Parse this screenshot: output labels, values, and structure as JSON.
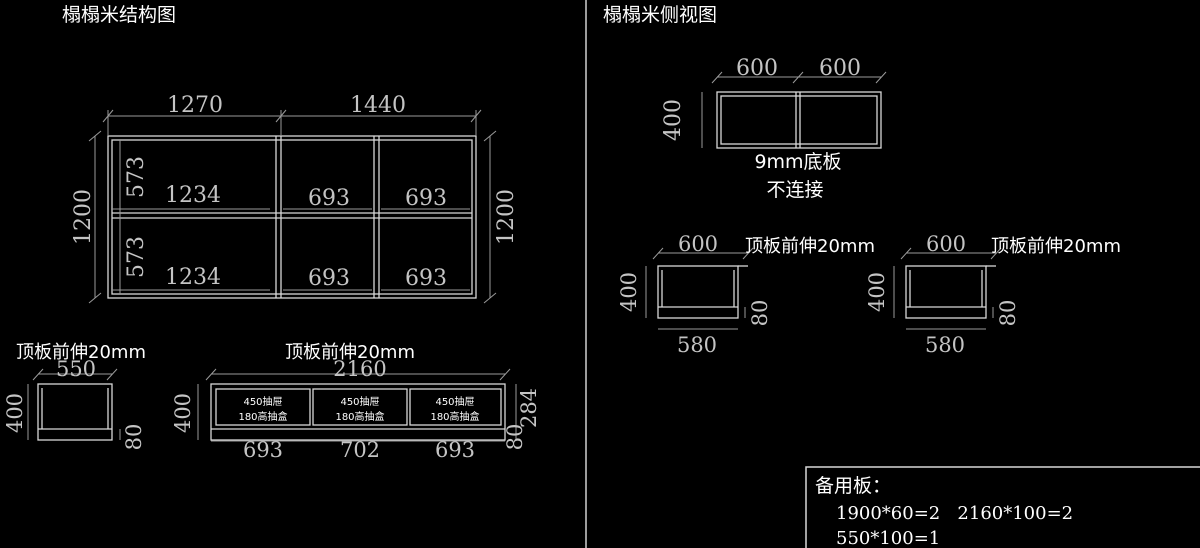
{
  "left_panel": {
    "title": "榻榻米结构图",
    "plan": {
      "top_dims": [
        "1270",
        "1440"
      ],
      "height_dims": [
        "1200",
        "1200"
      ],
      "row_dims": [
        "573",
        "573"
      ],
      "row1_cells": [
        "1234",
        "693",
        "693"
      ],
      "row2_cells": [
        "1234",
        "693",
        "693"
      ]
    },
    "small_view": {
      "note": "顶板前伸20mm",
      "width": "550",
      "height": "400",
      "base": "80"
    },
    "long_view": {
      "note": "顶板前伸20mm",
      "width": "2160",
      "height": "400",
      "total_height": "284",
      "base": "80",
      "bottom_dims": [
        "693",
        "702",
        "693"
      ],
      "drawers": [
        {
          "line1": "450抽屉",
          "line2": "180高抽盒"
        },
        {
          "line1": "450抽屉",
          "line2": "180高抽盒"
        },
        {
          "line1": "450抽屉",
          "line2": "180高抽盒"
        }
      ]
    }
  },
  "right_panel": {
    "title": "榻榻米侧视图",
    "top_view": {
      "width_dims": [
        "600",
        "600"
      ],
      "height": "400",
      "note_line1": "9mm底板",
      "note_line2": "不连接"
    },
    "side_views": [
      {
        "top": "600",
        "note": "顶板前伸20mm",
        "height": "400",
        "base": "80",
        "bottom": "580"
      },
      {
        "top": "600",
        "note": "顶板前伸20mm",
        "height": "400",
        "base": "80",
        "bottom": "580"
      }
    ]
  },
  "spare_panel": {
    "title": "备用板：",
    "line1": "1900*60=2   2160*100=2",
    "line2": "550*100=1"
  }
}
